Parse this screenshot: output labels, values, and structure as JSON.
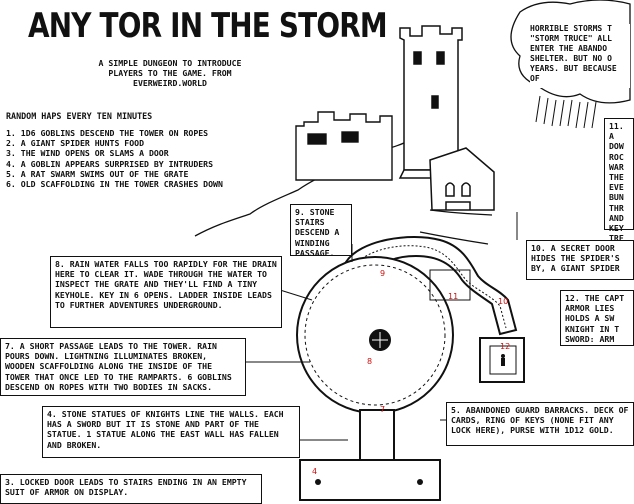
{
  "title": "ANY TOR IN THE STORM",
  "intro": "A SIMPLE DUNGEON TO INTRODUCE PLAYERS TO THE GAME. FROM EVERWEIRD.WORLD",
  "haps": {
    "heading": "RANDOM HAPS EVERY TEN MINUTES",
    "items": [
      "1. 1D6 GOBLINS DESCEND THE TOWER ON ROPES",
      "2. A GIANT SPIDER HUNTS FOOD",
      "3. THE WIND OPENS OR SLAMS A DOOR",
      "4. A GOBLIN APPEARS SURPRISED BY INTRUDERS",
      "5. A RAT SWARM SWIMS OUT OF THE GRATE",
      "6. OLD SCAFFOLDING IN THE TOWER CRASHES DOWN"
    ]
  },
  "storm_bubble": "HORRIBLE STORMS T \"STORM TRUCE\" ALL ENTER THE ABANDO SHELTER. BUT NO O YEARS. BUT BECAUSE OF",
  "rooms": {
    "r3": "3. LOCKED DOOR LEADS TO STAIRS ENDING IN AN EMPTY SUIT OF ARMOR ON DISPLAY.",
    "r4": "4. STONE STATUES OF KNIGHTS LINE THE WALLS. EACH HAS A SWORD BUT IT IS STONE AND PART OF THE STATUE. 1 STATUE ALONG THE EAST WALL HAS FALLEN AND BROKEN.",
    "r5": "5. ABANDONED GUARD BARRACKS. DECK OF CARDS, RING OF KEYS (NONE FIT ANY LOCK HERE), PURSE WITH 1D12 GOLD.",
    "r7": "7. A SHORT PASSAGE LEADS TO THE TOWER. RAIN POURS DOWN. LIGHTNING ILLUMINATES BROKEN, WOODEN SCAFFOLDING ALONG THE INSIDE OF THE TOWER THAT ONCE LED TO THE RAMPARTS. 6 GOBLINS DESCEND ON ROPES WITH TWO BODIES IN SACKS.",
    "r8": "8. RAIN WATER FALLS TOO RAPIDLY FOR THE DRAIN HERE TO CLEAR IT. WADE THROUGH THE WATER TO INSPECT THE GRATE AND THEY'LL FIND A TINY KEYHOLE. KEY IN 6 OPENS. LADDER INSIDE LEADS TO FURTHER ADVENTURES UNDERGROUND.",
    "r9": "9. STONE STAIRS DESCEND A WINDING PASSAGE.",
    "r10": "10. A SECRET DOOR HIDES THE SPIDER'S BY, A GIANT SPIDER",
    "r11": "11. A DOW ROC WAR THE EVE BUN THR AND KEY TRE",
    "r12": "12. THE CAPT ARMOR LIES HOLDS A SW KNIGHT IN T SWORD: ARM"
  },
  "map_numbers": [
    "4",
    "7",
    "8",
    "9",
    "10",
    "11",
    "12"
  ]
}
